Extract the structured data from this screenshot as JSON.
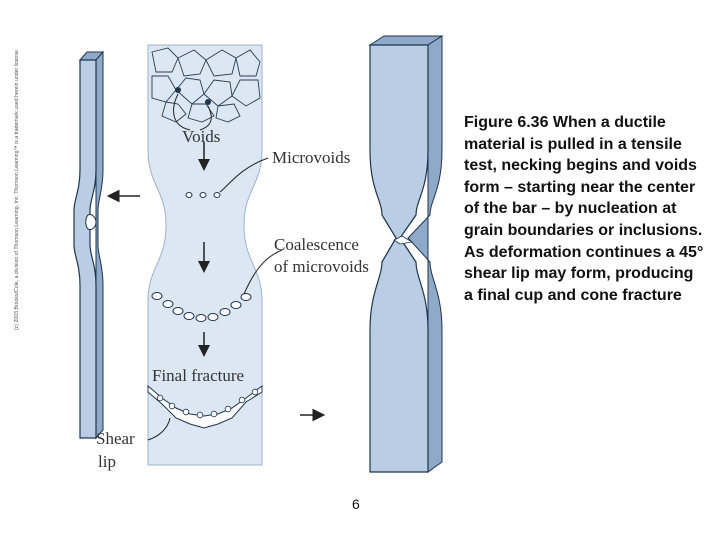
{
  "copyright": "(c) 2003 Brooks/Cole, a division of Thomson Learning, Inc. Thomson Learning™ is a trademark used herein under license.",
  "labels": {
    "voids": "Voids",
    "microvoids": "Microvoids",
    "coalescence_line1": "Coalescence",
    "coalescence_line2": "of microvoids",
    "final_fracture": "Final fracture",
    "shear_line1": "Shear",
    "shear_line2": "lip"
  },
  "caption": "Figure 6.36 When a ductile material is pulled in a tensile test, necking begins and voids form – starting near the center of the bar – by nucleation at grain boundaries or inclusions. As deformation continues a 45° shear lip may form, producing a final cup and cone fracture",
  "page_number": "6",
  "colors": {
    "specimen_face": "#b9cde3",
    "specimen_side": "#8fa9c8",
    "outline": "#1e3550",
    "panel": "#dbe7f2"
  }
}
